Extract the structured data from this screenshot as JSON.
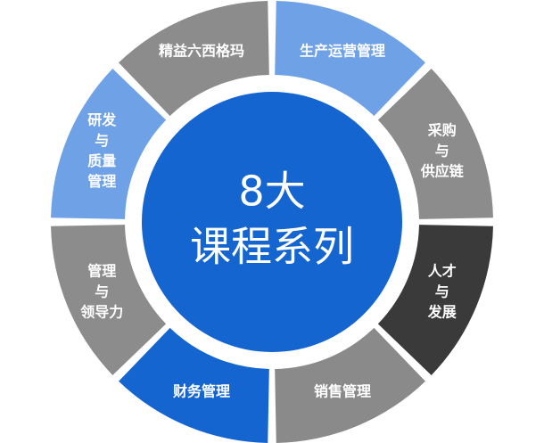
{
  "center": {
    "line1": "8大",
    "line2": "课程系列",
    "color": "#1565D0"
  },
  "segments": [
    {
      "id": "production",
      "lines": [
        "生产运营管理"
      ],
      "color": "#6FA1E6"
    },
    {
      "id": "procurement",
      "lines": [
        "采购",
        "与",
        "供应链"
      ],
      "color": "#8C8C8C"
    },
    {
      "id": "talent",
      "lines": [
        "人才",
        "与",
        "发展"
      ],
      "color": "#3A3A3A"
    },
    {
      "id": "sales",
      "lines": [
        "销售管理"
      ],
      "color": "#8A8A8A"
    },
    {
      "id": "finance",
      "lines": [
        "财务管理"
      ],
      "color": "#1565D0"
    },
    {
      "id": "leadership",
      "lines": [
        "管理",
        "与",
        "领导力"
      ],
      "color": "#8C8C8C"
    },
    {
      "id": "rnd",
      "lines": [
        "研发",
        "与",
        "质量",
        "管理"
      ],
      "color": "#6FA1E6"
    },
    {
      "id": "six-sigma",
      "lines": [
        "精益六西格玛"
      ],
      "color": "#8C8C8C"
    }
  ]
}
